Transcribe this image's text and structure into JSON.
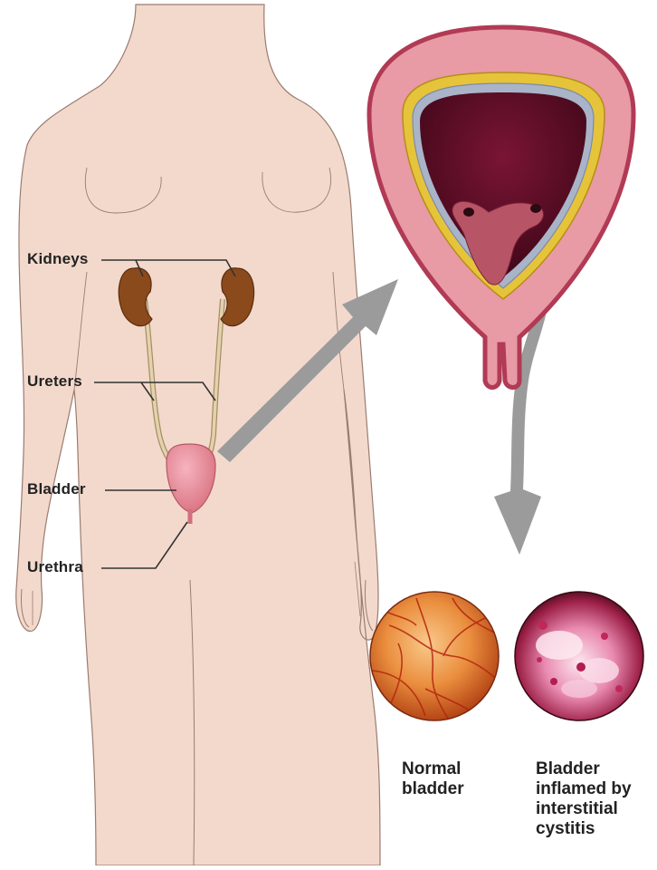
{
  "labels": {
    "kidneys": "Kidneys",
    "ureters": "Ureters",
    "bladder": "Bladder",
    "urethra": "Urethra"
  },
  "captions": {
    "normal": [
      "Normal",
      "bladder"
    ],
    "inflamed": [
      "Bladder",
      "inflamed by",
      "interstitial",
      "cystitis"
    ]
  },
  "colors": {
    "skin": "#f3d9cc",
    "skin_outline": "#9a7c70",
    "kidney": "#8a4a1c",
    "ureter": "#d8c7a0",
    "bladder": "#e58a9a",
    "bladder_wall_outer": "#d06a78",
    "fat_layer": "#e6c43a",
    "inner_lining": "#a9b4c8",
    "lumen": "#5e0f26",
    "arrow": "#9b9b9b",
    "normal_tissue": "#e98a3c",
    "inflamed_tissue": "#d8507a"
  }
}
